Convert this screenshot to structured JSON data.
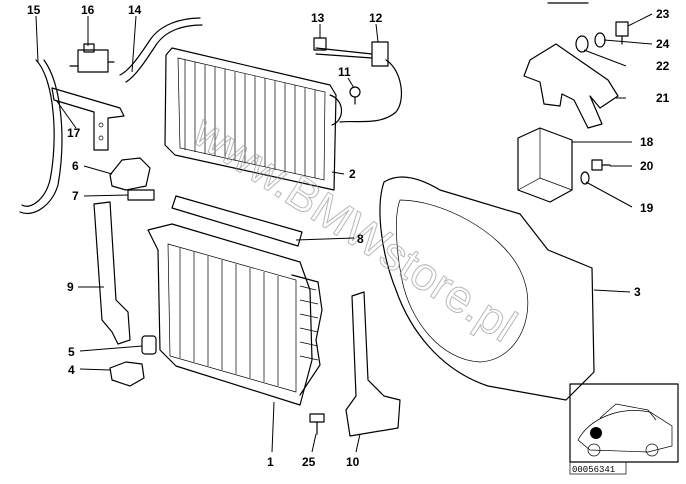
{
  "watermark": "www.BMWstore.pl",
  "reference_code": "00056341",
  "callouts": [
    "1",
    "2",
    "3",
    "4",
    "5",
    "6",
    "7",
    "8",
    "9",
    "10",
    "11",
    "12",
    "13",
    "14",
    "15",
    "16",
    "17",
    "18",
    "19",
    "20",
    "21",
    "22",
    "23",
    "24",
    "25"
  ]
}
